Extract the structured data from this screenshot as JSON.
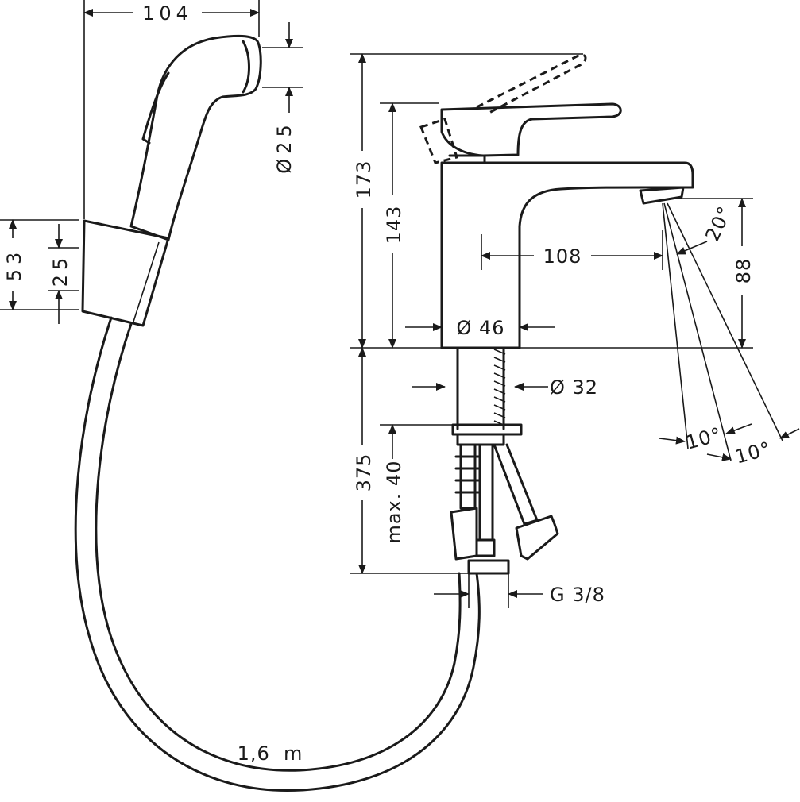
{
  "dimensions": {
    "spray_width": "104",
    "spray_diameter": "Ø25",
    "holder_height": "53",
    "holder_inner": "25",
    "height_total": "173",
    "height_spout": "143",
    "reach": "108",
    "spout_height": "88",
    "spray_angle": "20°",
    "base_diameter": "Ø 46",
    "shank_diameter": "Ø 32",
    "shank_length": "375",
    "max_thickness": "max. 40",
    "connection": "G 3/8",
    "angle_a": "10°",
    "angle_b": "10°",
    "hose_length": "1,6  m"
  }
}
